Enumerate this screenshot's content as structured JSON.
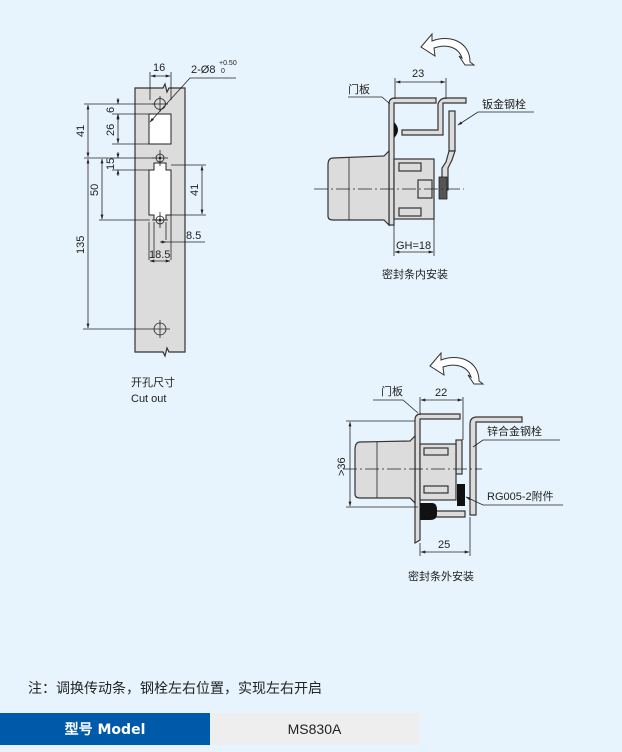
{
  "cutout": {
    "caption_cn": "开孔尺寸",
    "caption_en": "Cut out",
    "dims": {
      "width": "16",
      "hole": "2-Ø8",
      "hole_tol_upper": "+0.50",
      "hole_tol_lower": "0",
      "d6": "6",
      "d26": "26",
      "d41_left": "41",
      "d15": "15",
      "d50": "50",
      "d135": "135",
      "d41_right": "41",
      "d8_5": "8.5",
      "d18_5": "18.5"
    }
  },
  "install_inner": {
    "caption": "密封条内安装",
    "label_door": "门板",
    "label_bolt": "钣金钢栓",
    "dim_width": "23",
    "dim_gh": "GH=18"
  },
  "install_outer": {
    "caption": "密封条外安装",
    "label_door": "门板",
    "label_bolt": "锌合金钢栓",
    "label_accessory": "RG005-2附件",
    "dim_width": "22",
    "dim_height": ">36",
    "dim_bottom": "25"
  },
  "note": "注：调换传动条，钢栓左右位置，实现左右开启",
  "spec_table": {
    "key": "型号 Model",
    "value": "MS830A"
  },
  "colors": {
    "background": "#e8f4fd",
    "header_blue": "#005aaa",
    "part_fill": "#dcdcdc"
  }
}
